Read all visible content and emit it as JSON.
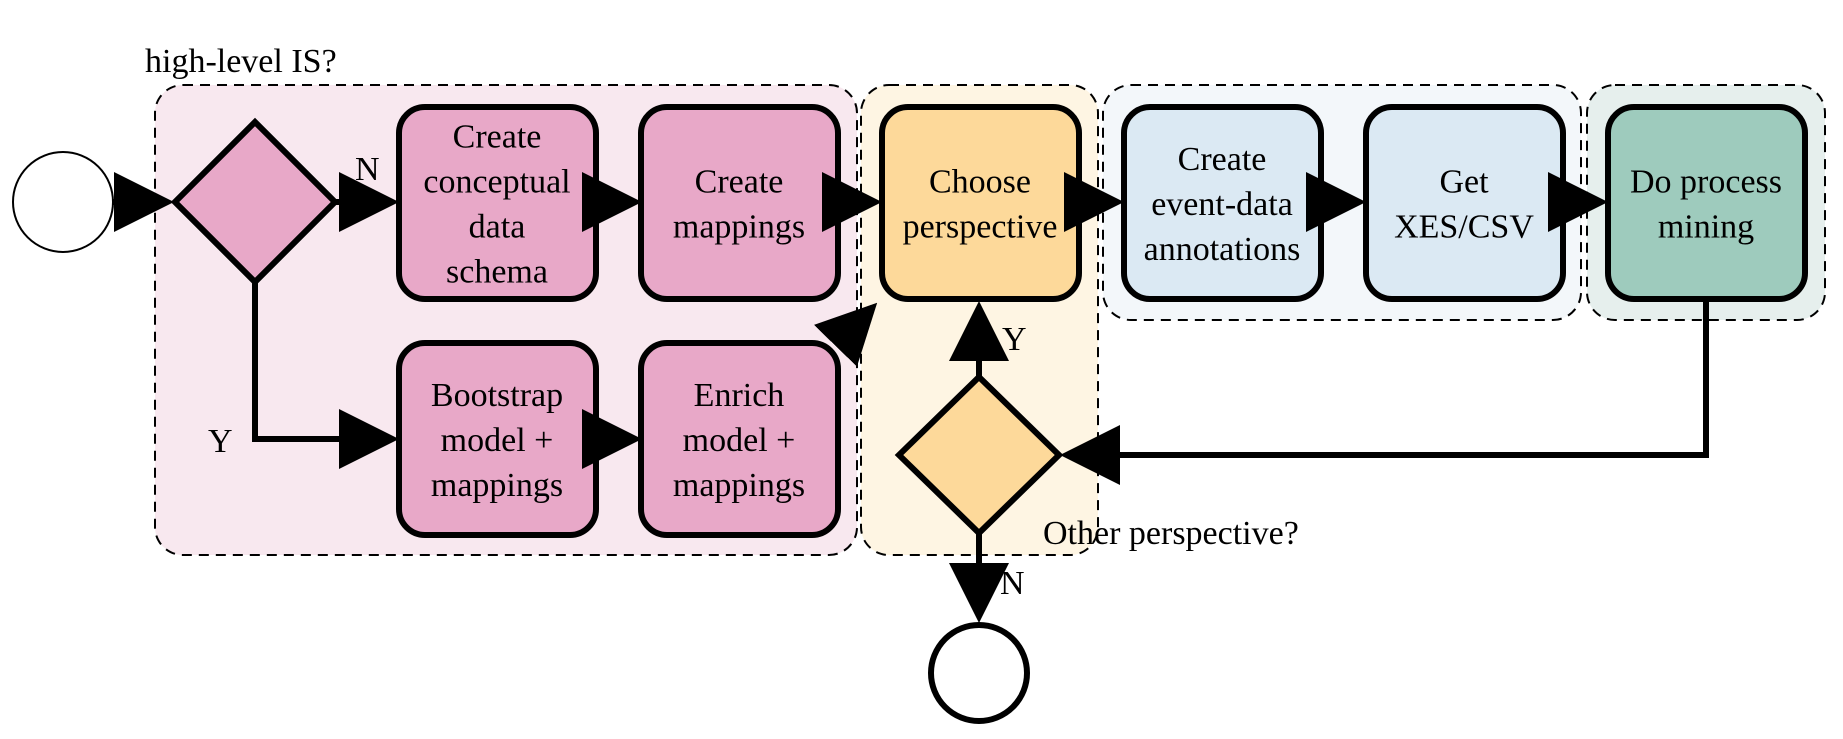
{
  "diagram": {
    "groups": {
      "high_level_is": {
        "title": "high-level IS?",
        "fill": "#f8e8ef"
      },
      "perspective": {
        "fill": "#fef5e3"
      },
      "annotations": {
        "fill": "#f3f7fa"
      },
      "mining": {
        "fill": "#e6efed"
      }
    },
    "nodes": {
      "create_schema": {
        "lines": [
          "Create",
          "conceptual",
          "data",
          "schema"
        ],
        "fill": "#e8a8c8"
      },
      "create_mappings": {
        "lines": [
          "Create",
          "mappings"
        ],
        "fill": "#e8a8c8"
      },
      "bootstrap": {
        "lines": [
          "Bootstrap",
          "model +",
          "mappings"
        ],
        "fill": "#e8a8c8"
      },
      "enrich": {
        "lines": [
          "Enrich",
          "model +",
          "mappings"
        ],
        "fill": "#e8a8c8"
      },
      "choose_perspective": {
        "lines": [
          "Choose",
          "perspective"
        ],
        "fill": "#fdd99a"
      },
      "create_annotations": {
        "lines": [
          "Create",
          "event-data",
          "annotations"
        ],
        "fill": "#dbe9f3"
      },
      "get_xes": {
        "lines": [
          "Get",
          "XES/CSV"
        ],
        "fill": "#dbe9f3"
      },
      "do_mining": {
        "lines": [
          "Do process",
          "mining"
        ],
        "fill": "#9ecbbd"
      }
    },
    "gateways": {
      "is_gateway": {
        "fill": "#e8a8c8"
      },
      "perspective_gateway": {
        "fill": "#fdd99a"
      }
    },
    "edge_labels": {
      "is_no": "N",
      "is_yes": "Y",
      "persp_yes": "Y",
      "persp_no": "N",
      "other_perspective": "Other perspective?"
    }
  }
}
